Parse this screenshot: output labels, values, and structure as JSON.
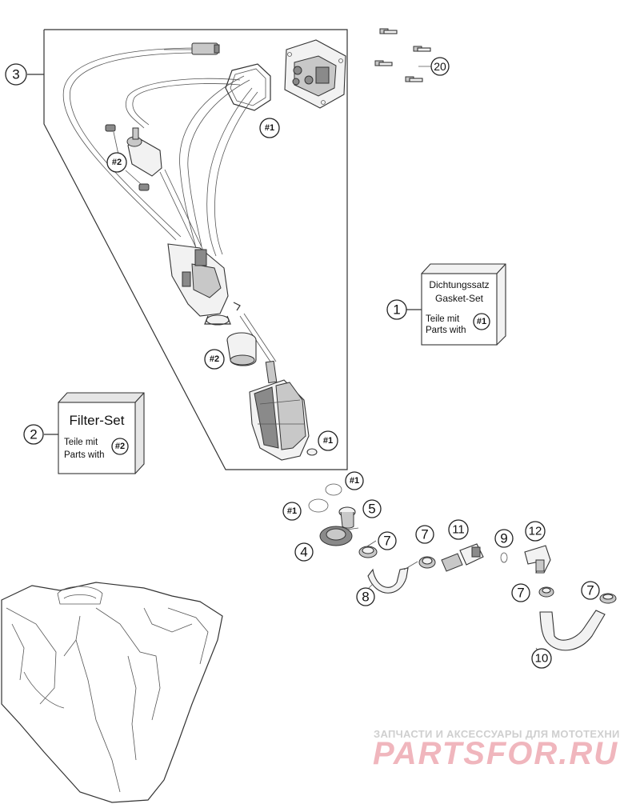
{
  "callouts": {
    "c1": "1",
    "c2": "2",
    "c3": "3",
    "c4": "4",
    "c5": "5",
    "c7a": "7",
    "c7b": "7",
    "c7c": "7",
    "c7d": "7",
    "c8": "8",
    "c9": "9",
    "c10": "10",
    "c11": "11",
    "c12": "12",
    "c20": "20"
  },
  "refs": {
    "r1a": "#1",
    "r1b": "#1",
    "r1c": "#1",
    "r1d": "#1",
    "r2a": "#2",
    "r2b": "#2"
  },
  "gasket_box": {
    "title_line1": "Dichtungssatz",
    "title_line2": "Gasket-Set",
    "body_line1": "Teile mit",
    "body_line2": "Parts with",
    "ref": "#1"
  },
  "filter_box": {
    "title": "Filter-Set",
    "body_line1": "Teile mit",
    "body_line2": "Parts with",
    "ref": "#2"
  },
  "watermark": {
    "top": "ЗАПЧАСТИ И АКСЕССУАРЫ ДЛЯ МОТОТЕХНИКИ",
    "main": "PARTSFOR.RU",
    "color": "#f0b6bd"
  }
}
